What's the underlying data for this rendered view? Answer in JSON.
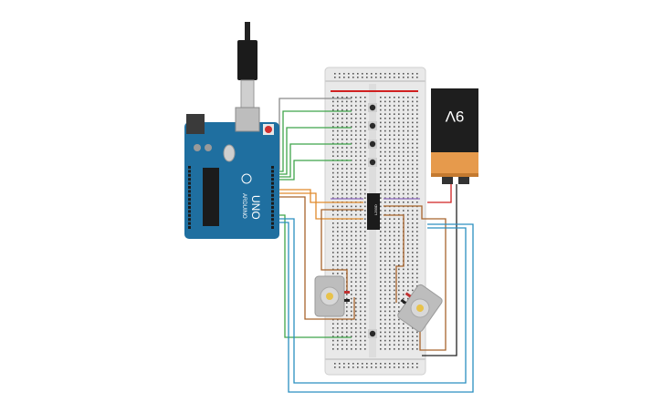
{
  "arduino": {
    "model_label": "UNO",
    "brand_label": "ARDUINO",
    "board_color": "#1f6fa0"
  },
  "battery": {
    "voltage_label": "9V",
    "body_color": "#1e1e1e",
    "cap_color": "#e69a4c"
  },
  "chip": {
    "label": "L293D"
  },
  "motors": [
    {
      "name": "dc-motor-left"
    },
    {
      "name": "dc-motor-right"
    }
  ],
  "pushbuttons": {
    "count": 5
  },
  "wire_colors": {
    "green": "#3fa54a",
    "gray": "#8a8a8a",
    "brown": "#a7642c",
    "orange": "#e08a2c",
    "blue": "#2a8fc0",
    "red": "#d02020",
    "black": "#222222",
    "purple": "#8e6bbf"
  }
}
